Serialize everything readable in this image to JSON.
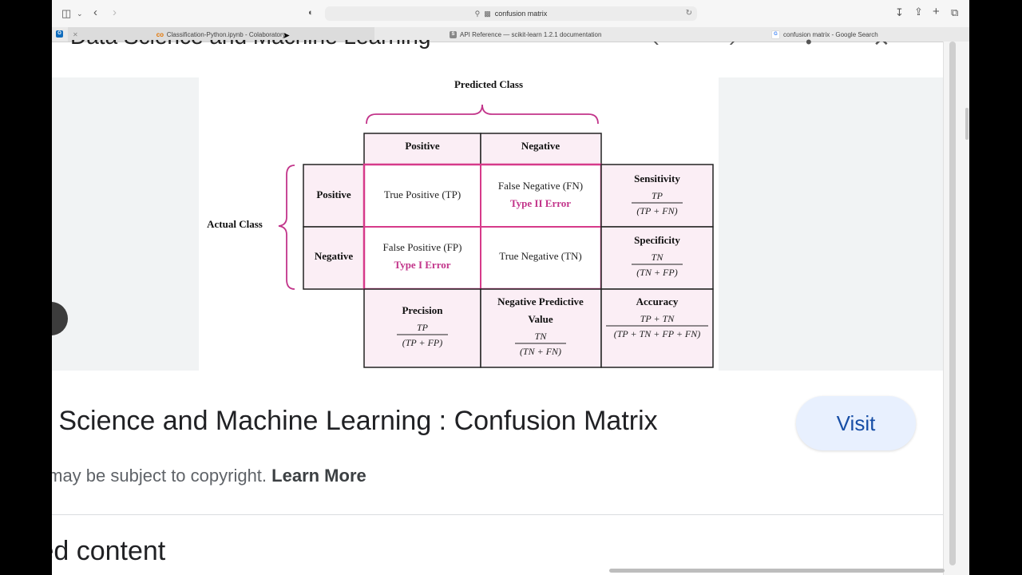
{
  "browser": {
    "address": "confusion matrix",
    "tabs": [
      {
        "title": "Classification-Python.ipynb - Colaboratory",
        "favicon": "colab-icon"
      },
      {
        "title": "API Reference — scikit-learn 1.2.1 documentation",
        "favicon": "sklearn-icon"
      },
      {
        "title": "confusion matrix - Google Search",
        "favicon": "google-icon"
      }
    ]
  },
  "viewer": {
    "previous_title": "Data Science and Machine Learning",
    "title": "a Science and Machine Learning : Confusion Matrix",
    "visit_label": "Visit",
    "copyright_text": "s may be subject to copyright.",
    "learn_more": "Learn More",
    "related_heading": "ted content"
  },
  "diagram": {
    "predicted_class": "Predicted Class",
    "actual_class": "Actual Class",
    "col_positive": "Positive",
    "col_negative": "Negative",
    "row_positive": "Positive",
    "row_negative": "Negative",
    "tp": "True Positive (TP)",
    "fn": "False Negative (FN)",
    "type2": "Type II Error",
    "fp": "False Positive (FP)",
    "type1": "Type I Error",
    "tn": "True Negative (TN)",
    "sensitivity": "Sensitivity",
    "sensitivity_num": "TP",
    "sensitivity_den": "(TP + FN)",
    "specificity": "Specificity",
    "specificity_num": "TN",
    "specificity_den": "(TN + FP)",
    "precision": "Precision",
    "precision_num": "TP",
    "precision_den": "(TP + FP)",
    "npv_line1": "Negative Predictive",
    "npv_line2": "Value",
    "npv_num": "TN",
    "npv_den": "(TN + FN)",
    "accuracy": "Accuracy",
    "accuracy_num": "TP + TN",
    "accuracy_den": "(TP + TN + FP + FN)"
  },
  "colors": {
    "pink_border": "#d63a8a",
    "pink_fill": "#fbeef5",
    "error_text": "#c2348a",
    "visit_bg": "#e8f0fe",
    "visit_text": "#174ea6"
  }
}
